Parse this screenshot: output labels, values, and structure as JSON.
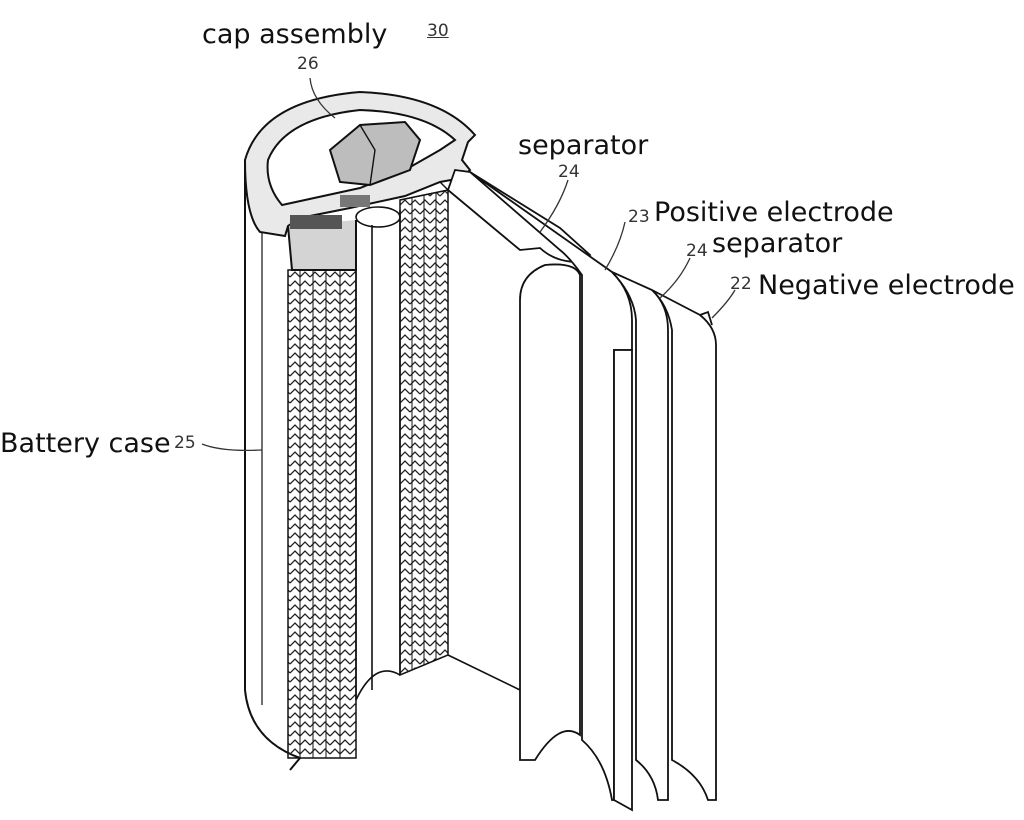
{
  "figure_number": "30",
  "labels": {
    "cap_assembly": "cap assembly",
    "separator_top": "separator",
    "positive_electrode": "Positive electrode",
    "separator_inner": "separator",
    "negative_electrode": "Negative electrode",
    "battery_case": "Battery case"
  },
  "reference_numbers": {
    "cap_assembly": "26",
    "separator_top": "24",
    "positive_electrode": "23",
    "separator_inner": "24",
    "negative_electrode": "22",
    "battery_case": "25"
  }
}
